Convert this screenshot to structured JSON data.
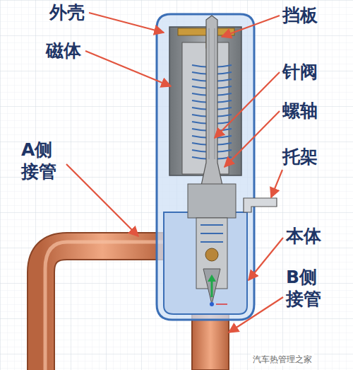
{
  "diagram": {
    "labels": [
      "外壳",
      "挡板",
      "磁体",
      "针阀",
      "螺轴",
      "A侧 接管",
      "托架",
      "本体",
      "B侧 接管",
      "汽车热管理之家"
    ]
  }
}
